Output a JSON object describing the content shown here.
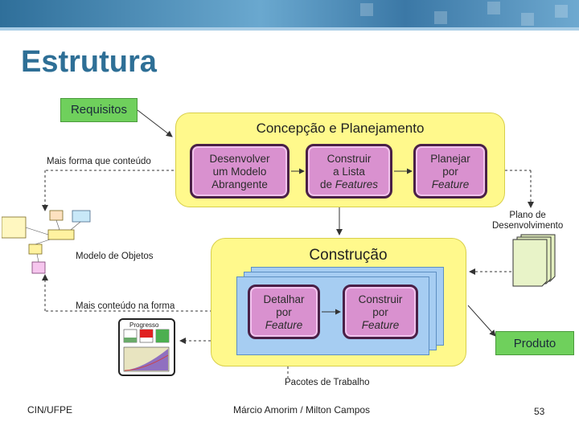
{
  "slide": {
    "title": "Estrutura"
  },
  "diagram": {
    "requisitos": "Requisitos",
    "concepcao_title": "Concepção e Planejamento",
    "concepcao_steps": [
      {
        "lines": [
          "Desenvolver",
          "um Modelo",
          "Abrangente"
        ]
      },
      {
        "lines": [
          "Construir",
          "a Lista"
        ],
        "prefix": "de ",
        "italic": "Features"
      },
      {
        "lines": [
          "Planejar",
          "por"
        ],
        "italic": "Feature"
      }
    ],
    "construcao_title": "Construção",
    "construcao_steps": [
      {
        "lines": [
          "Detalhar",
          "por"
        ],
        "italic": "Feature"
      },
      {
        "lines": [
          "Construir",
          "por"
        ],
        "italic": "Feature"
      }
    ],
    "label_mais_forma": "Mais forma que conteúdo",
    "label_modelo_objetos": "Modelo de Objetos",
    "label_mais_conteudo": "Mais conteúdo na forma",
    "label_plano": [
      "Plano de",
      "Desenvolvimento"
    ],
    "label_pacotes": "Pacotes de Trabalho",
    "produto": "Produto",
    "progress_label": "Progresso"
  },
  "colors": {
    "yellow_frame": "#fff98c",
    "process_box": "#d991cf",
    "green_box": "#6fd05c",
    "blue_card": "#a6cdf2",
    "title": "#2e6f96"
  },
  "footer": {
    "left": "CIN/UFPE",
    "center": "Márcio Amorim / Milton Campos",
    "page": "53"
  }
}
